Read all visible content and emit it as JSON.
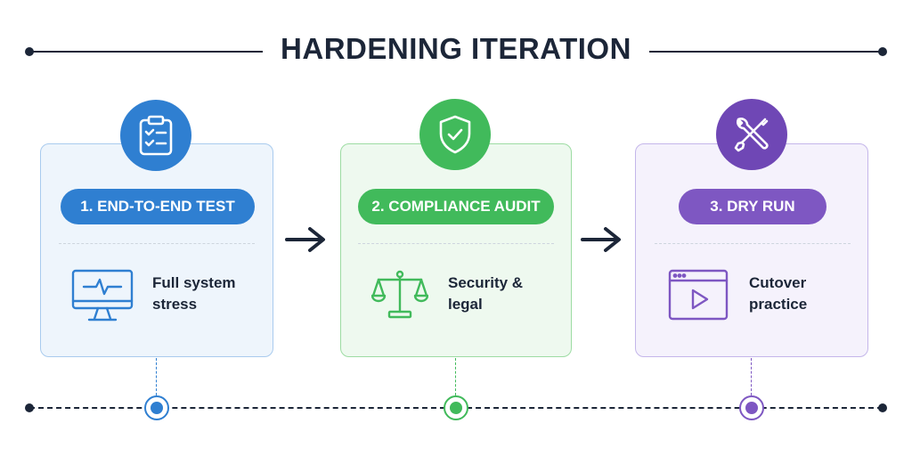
{
  "title": "HARDENING ITERATION",
  "colors": {
    "dark": "#1c2638",
    "blue": "#2f7fd1",
    "green": "#41ba5b",
    "purple": "#7e57c2"
  },
  "steps": [
    {
      "label": "1. END-TO-END TEST",
      "line1": "Full system",
      "line2": "stress",
      "badge_icon": "clipboard-checklist-icon",
      "content_icon": "heartbeat-monitor-icon"
    },
    {
      "label": "2. COMPLIANCE AUDIT",
      "line1": "Security &",
      "line2": "legal",
      "badge_icon": "shield-check-icon",
      "content_icon": "scales-icon"
    },
    {
      "label": "3. DRY RUN",
      "line1": "Cutover",
      "line2": "practice",
      "badge_icon": "tools-icon",
      "content_icon": "video-play-window-icon"
    }
  ]
}
